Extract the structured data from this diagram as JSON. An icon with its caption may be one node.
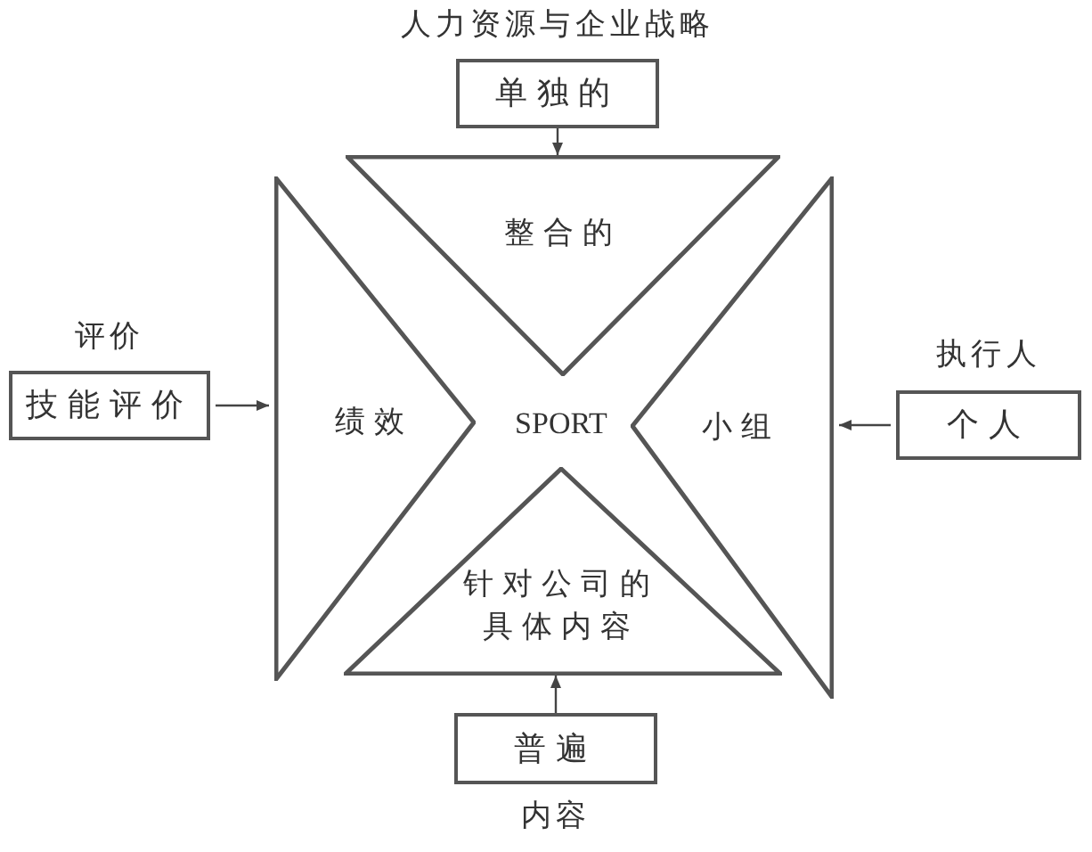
{
  "diagram": {
    "nodes": [
      {
        "text": [
          "人力资源与企业战略",
          "单独的"
        ]
      },
      {
        "text": [
          "整合的"
        ]
      },
      {
        "text": [
          "评价",
          "技能评价"
        ]
      },
      {
        "text": [
          "绩效"
        ]
      },
      {
        "text": [
          "小组"
        ]
      },
      {
        "text": [
          "执行人",
          "个人"
        ]
      },
      {
        "text": [
          "针对公司的具体内容"
        ]
      },
      {
        "text": [
          "普遍",
          "内容"
        ]
      }
    ],
    "edges": [
      {
        "from": 0,
        "to": 1,
        "arrow": "to"
      },
      {
        "from": 2,
        "to": 3,
        "arrow": "to"
      },
      {
        "from": 5,
        "to": 4,
        "arrow": "to"
      },
      {
        "from": 7,
        "to": 6,
        "arrow": "to"
      }
    ],
    "labels": [
      "SPORT"
    ]
  }
}
